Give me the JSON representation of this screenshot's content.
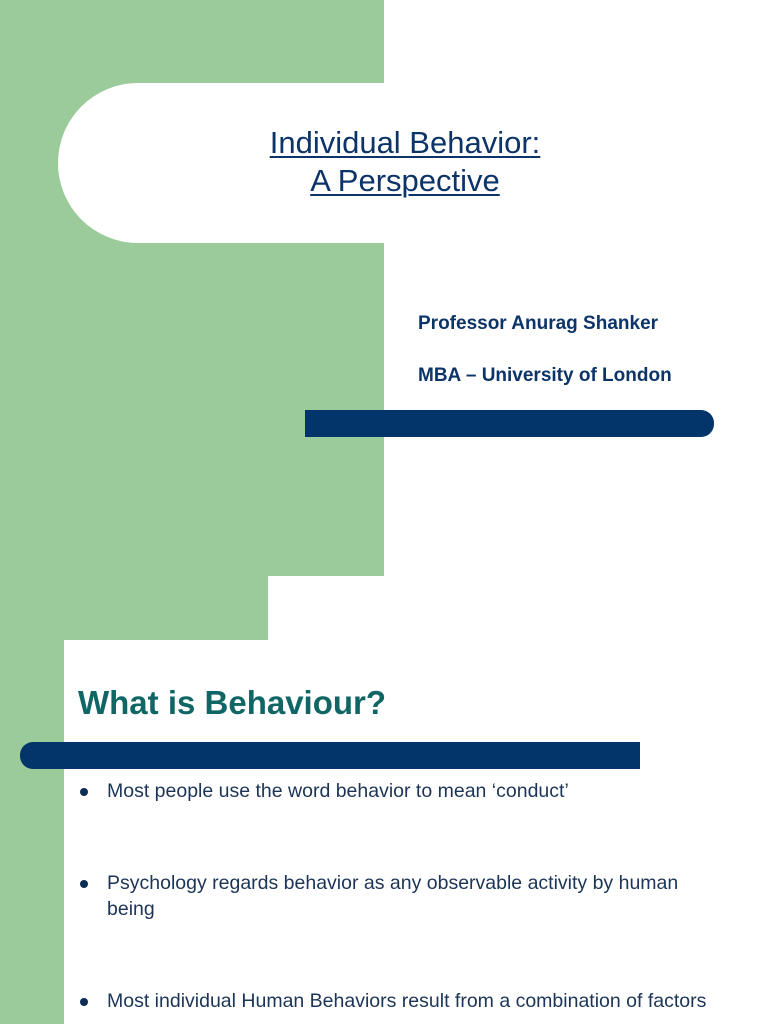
{
  "slide1": {
    "title_line1": "Individual Behavior:",
    "title_line2": "A Perspective",
    "author": "Professor Anurag Shanker",
    "affiliation": "MBA – University of London"
  },
  "slide2": {
    "title": "What is Behaviour?",
    "bullets": [
      {
        "text": "Most people use the word behavior to mean ‘conduct’"
      },
      {
        "text": "Psychology regards behavior as  any observable activity by human being"
      },
      {
        "text": "Most individual Human Behaviors result from a combination of factors"
      }
    ]
  },
  "colors": {
    "green": "#9ccb9b",
    "navy": "#03346a",
    "title_blue": "#0c3468",
    "heading_teal": "#106665"
  }
}
